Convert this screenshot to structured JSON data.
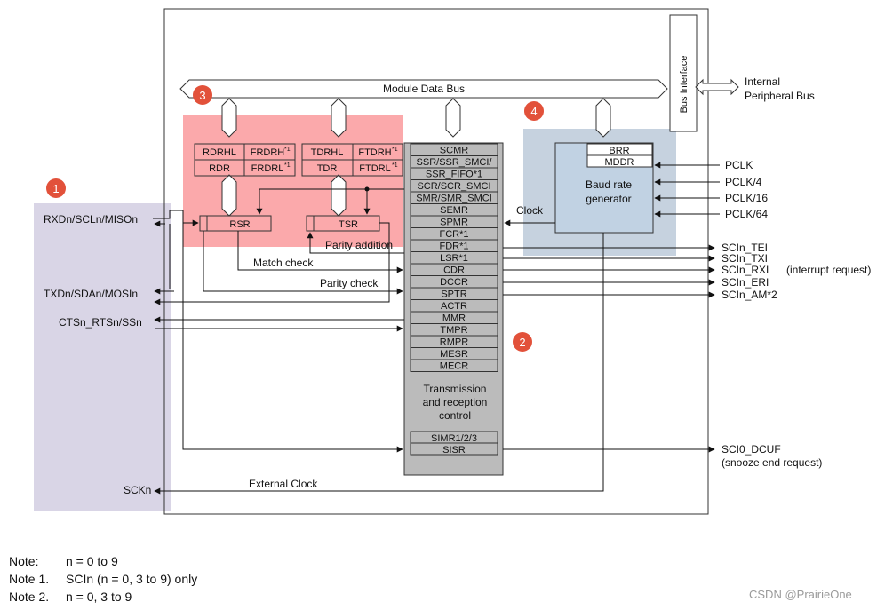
{
  "diagram": {
    "bus": {
      "module_data_bus": "Module Data Bus",
      "bus_interface": "Bus Interface",
      "internal_bus_line1": "Internal",
      "internal_bus_line2": "Peripheral Bus"
    },
    "markers": {
      "m1": "1",
      "m2": "2",
      "m3": "3",
      "m4": "4"
    },
    "buffers": {
      "rdrhl": "RDRHL",
      "frdrh": "FRDRH",
      "rdr": "RDR",
      "frdrl": "FRDRL",
      "tdrhl": "TDRHL",
      "ftdrh": "FTDRH",
      "tdr": "TDR",
      "ftdrl": "FTDRL",
      "rsr": "RSR",
      "tsr": "TSR",
      "sup1": "*1"
    },
    "registers": [
      "SCMR",
      "SSR/SSR_SMCI/",
      "SSR_FIFO*1",
      "SCR/SCR_SMCI",
      "SMR/SMR_SMCI",
      "SEMR",
      "SPMR",
      "FCR*1",
      "FDR*1",
      "LSR*1",
      "CDR",
      "DCCR",
      "SPTR",
      "ACTR",
      "MMR",
      "TMPR",
      "RMPR",
      "MESR",
      "MECR"
    ],
    "control_label": [
      "Transmission",
      "and reception",
      "control"
    ],
    "simr": "SIMR1/2/3",
    "sisr": "SISR",
    "baud": {
      "brr": "BRR",
      "mddr": "MDDR",
      "label1": "Baud rate",
      "label2": "generator"
    },
    "clock_label": "Clock",
    "pclk": [
      "PCLK",
      "PCLK/4",
      "PCLK/16",
      "PCLK/64"
    ],
    "pins": {
      "rxd": "RXDn/SCLn/MISOn",
      "txd": "TXDn/SDAn/MOSIn",
      "cts": "CTSn_RTSn/SSn",
      "sck": "SCKn"
    },
    "internal_labels": {
      "parity_addition": "Parity addition",
      "match_check": "Match check",
      "parity_check": "Parity check",
      "external_clock": "External Clock"
    },
    "interrupts": [
      "SCIn_TEI",
      "SCIn_TXI",
      "SCIn_RXI",
      "SCIn_ERI",
      "SCIn_AM*2"
    ],
    "interrupt_note": "(interrupt request)",
    "dcuf": "SCI0_DCUF",
    "dcuf_note": "(snooze end request)",
    "colors": {
      "zone1": "#d9d5e6",
      "zone3": "#fba9ab",
      "zone4": "#c6d2df",
      "marker": "#e2513a",
      "register_fill": "#bbbbbb",
      "baud_fill": "#c1d2e3"
    }
  },
  "notes": [
    {
      "label": "Note:",
      "text": "n = 0 to 9"
    },
    {
      "label": "Note 1.",
      "text": "SCIn (n = 0, 3 to 9) only"
    },
    {
      "label": "Note 2.",
      "text": "n = 0, 3 to 9"
    }
  ],
  "watermark": "CSDN @PrairieOne"
}
